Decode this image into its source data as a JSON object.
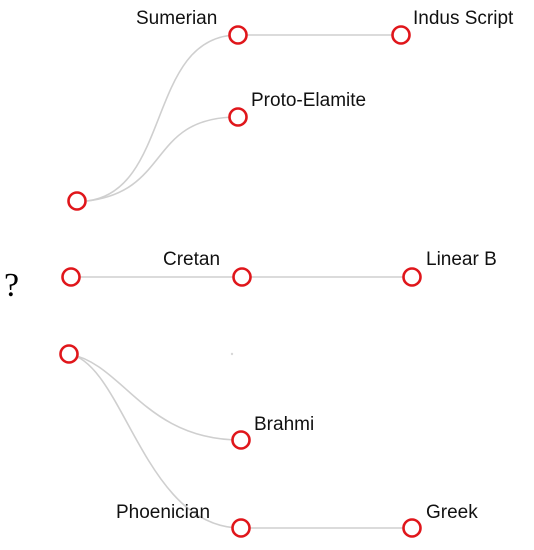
{
  "unknown_origin_marker": "?",
  "nodes": [
    {
      "id": "root-1",
      "label": ""
    },
    {
      "id": "sumerian",
      "label": "Sumerian"
    },
    {
      "id": "indus",
      "label": "Indus Script"
    },
    {
      "id": "proto-elamite",
      "label": "Proto-Elamite"
    },
    {
      "id": "root-2",
      "label": ""
    },
    {
      "id": "cretan",
      "label": "Cretan"
    },
    {
      "id": "linear-b",
      "label": "Linear B"
    },
    {
      "id": "root-3",
      "label": ""
    },
    {
      "id": "brahmi",
      "label": "Brahmi"
    },
    {
      "id": "phoenician",
      "label": "Phoenician"
    },
    {
      "id": "greek",
      "label": "Greek"
    }
  ],
  "edges": [
    {
      "from": "root-1",
      "to": "sumerian"
    },
    {
      "from": "root-1",
      "to": "proto-elamite"
    },
    {
      "from": "sumerian",
      "to": "indus"
    },
    {
      "from": "root-2",
      "to": "cretan"
    },
    {
      "from": "cretan",
      "to": "linear-b"
    },
    {
      "from": "root-3",
      "to": "brahmi"
    },
    {
      "from": "root-3",
      "to": "phoenician"
    },
    {
      "from": "phoenician",
      "to": "greek"
    }
  ],
  "colors": {
    "node_stroke": "#e0161b",
    "edge": "#cfcfcf",
    "text": "#111111"
  }
}
